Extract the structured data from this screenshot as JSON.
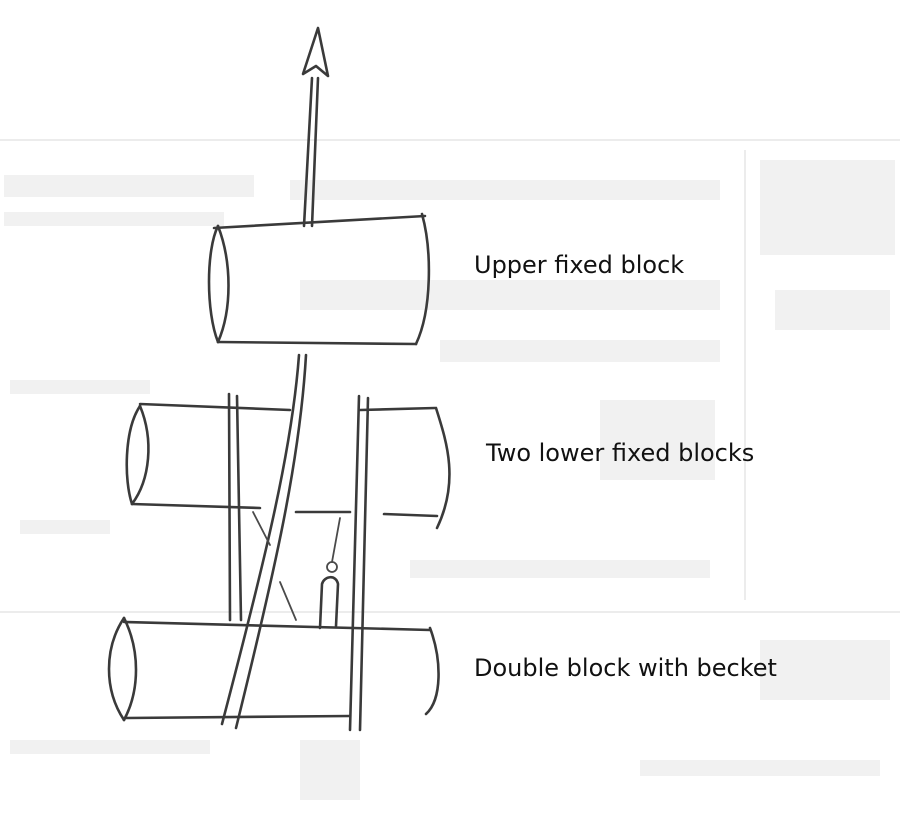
{
  "labels": {
    "upper_block": "Upper fixed block",
    "lower_blocks": "Two lower fixed blocks",
    "double_block": "Double block with becket"
  },
  "colors": {
    "ink": "#3a3a3a",
    "paper": "#ffffff",
    "bleed_through": "#ececec"
  }
}
